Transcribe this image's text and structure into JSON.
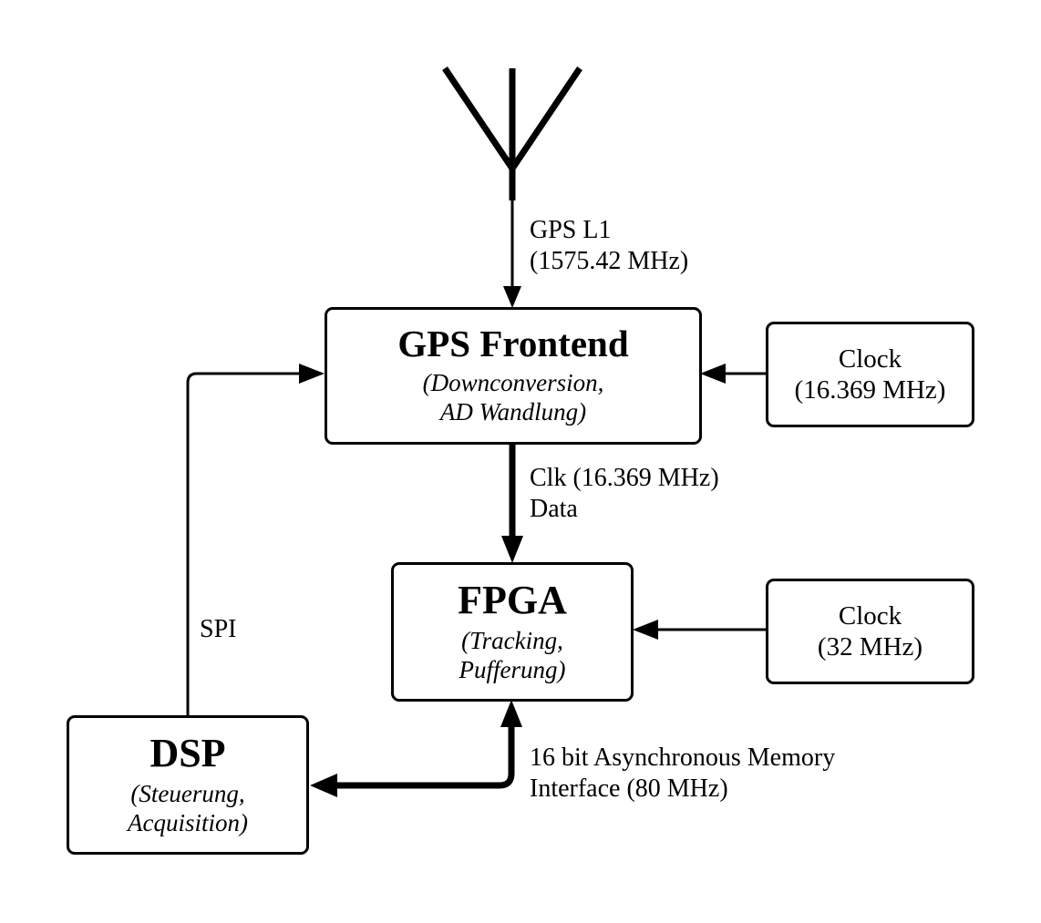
{
  "diagram": {
    "antenna_label": {
      "line1": "GPS L1",
      "line2": "(1575.42 MHz)"
    },
    "frontend": {
      "title": "GPS Frontend",
      "sub1": "(Downconversion,",
      "sub2": "AD Wandlung)"
    },
    "frontend_clock": {
      "line1": "Clock",
      "line2": "(16.369 MHz)"
    },
    "clk_data_label": {
      "line1": "Clk (16.369 MHz)",
      "line2": "Data"
    },
    "fpga": {
      "title": "FPGA",
      "sub1": "(Tracking,",
      "sub2": "Pufferung)"
    },
    "fpga_clock": {
      "line1": "Clock",
      "line2": "(32 MHz)"
    },
    "spi_label": "SPI",
    "dsp": {
      "title": "DSP",
      "sub1": "(Steuerung,",
      "sub2": "Acquisition)"
    },
    "memory_label": {
      "line1": "16 bit Asynchronous Memory",
      "line2": "Interface (80 MHz)"
    }
  }
}
